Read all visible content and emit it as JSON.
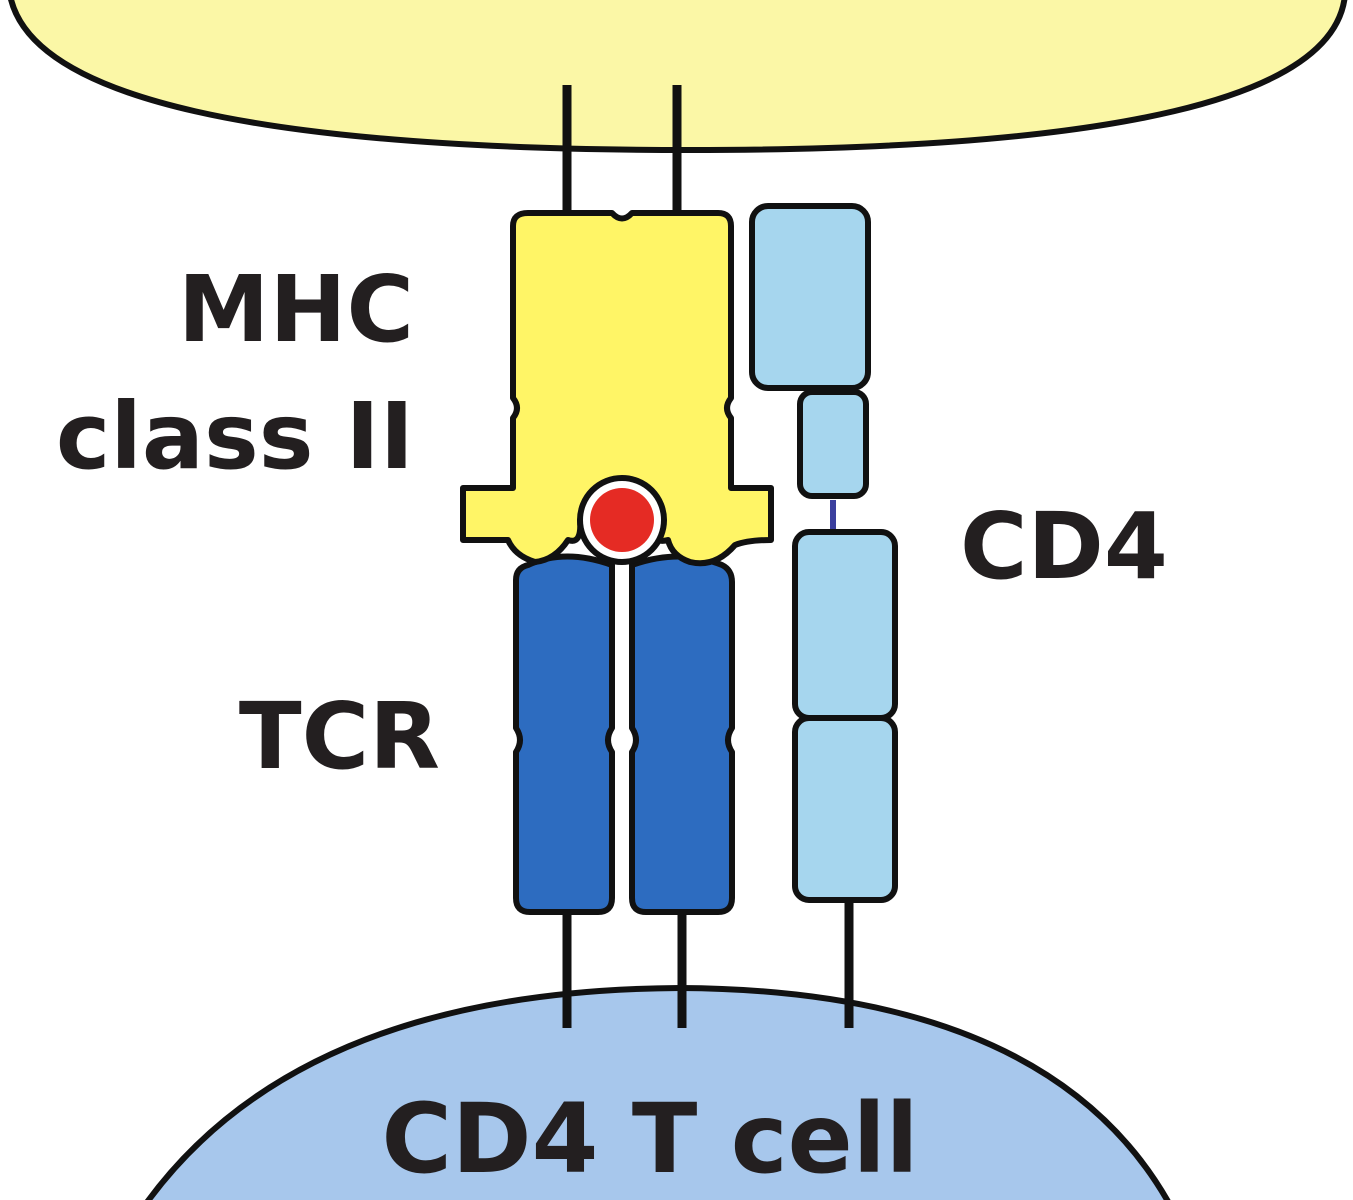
{
  "labels": {
    "mhc_line1": "MHC",
    "mhc_line2": "class II",
    "tcr": "TCR",
    "cd4": "CD4",
    "t_cell": "CD4 T cell"
  },
  "colors": {
    "apc_cell": "#fbf7a6",
    "mhc": "#fff566",
    "peptide": "#e52b24",
    "tcr": "#2d6cc0",
    "cd4": "#a6d6ee",
    "t_cell": "#a7c7ec",
    "outline": "#111111",
    "text": "#231f20"
  }
}
